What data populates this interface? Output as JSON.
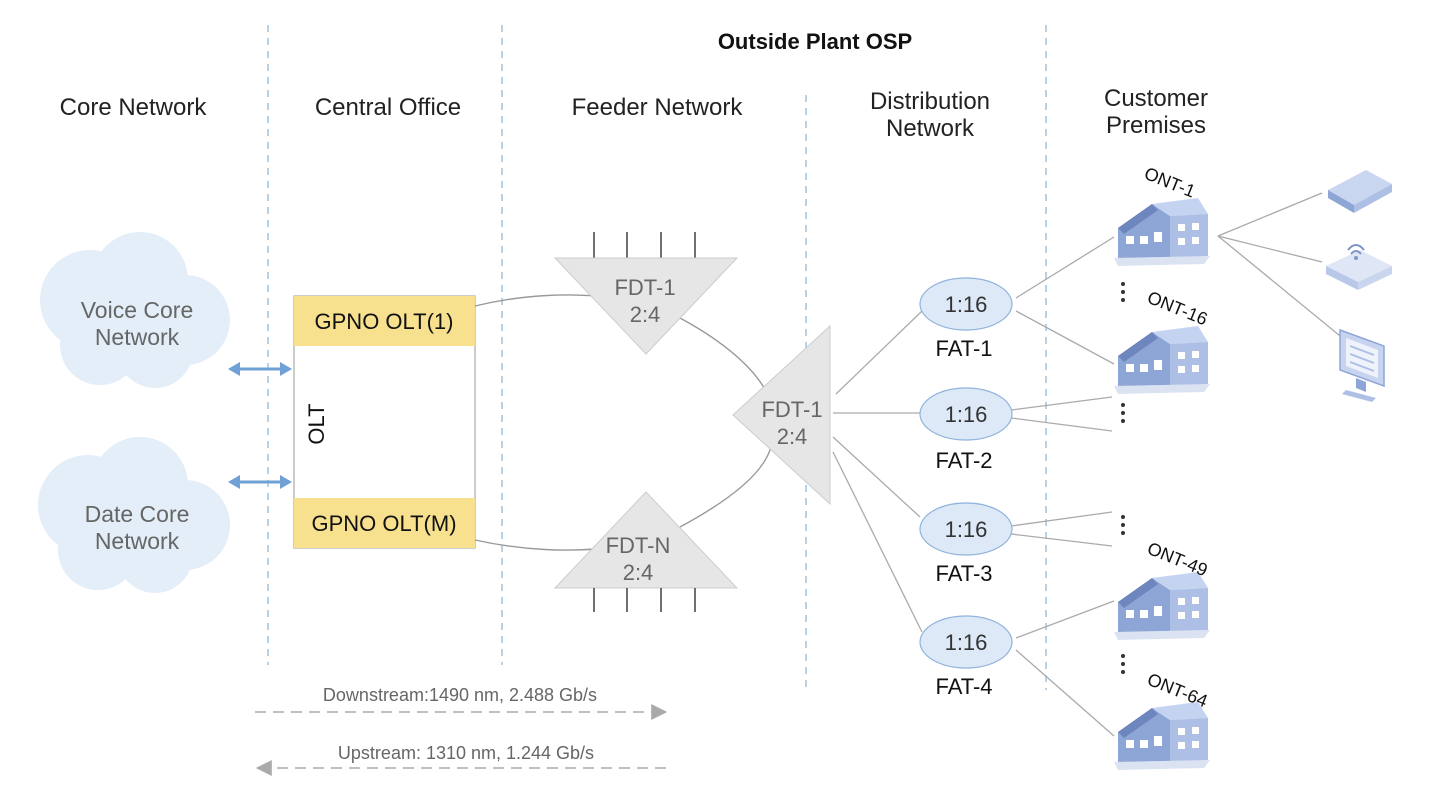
{
  "header": {
    "osp_title": "Outside Plant OSP"
  },
  "columns": {
    "core": "Core Network",
    "central": "Central Office",
    "feeder": "Feeder Network",
    "distribution_1": "Distribution",
    "distribution_2": "Network",
    "customer_1": "Customer",
    "customer_2": "Premises"
  },
  "clouds": [
    {
      "line1": "Voice Core",
      "line2": "Network"
    },
    {
      "line1": "Date Core",
      "line2": "Network"
    }
  ],
  "olt": {
    "label": "OLT",
    "top": "GPNO OLT(1)",
    "bottom": "GPNO OLT(M)"
  },
  "fdt": [
    {
      "name": "FDT-1",
      "ratio": "2:4"
    },
    {
      "name": "FDT-1",
      "ratio": "2:4"
    },
    {
      "name": "FDT-N",
      "ratio": "2:4"
    }
  ],
  "fat": [
    {
      "ratio": "1:16",
      "label": "FAT-1"
    },
    {
      "ratio": "1:16",
      "label": "FAT-2"
    },
    {
      "ratio": "1:16",
      "label": "FAT-3"
    },
    {
      "ratio": "1:16",
      "label": "FAT-4"
    }
  ],
  "ont": [
    "ONT-1",
    "ONT-16",
    "ONT-49",
    "ONT-64"
  ],
  "streams": {
    "downstream": "Downstream:1490 nm, 2.488 Gb/s",
    "upstream": "Upstream: 1310 nm, 1.244 Gb/s"
  },
  "devices": [
    "phone-icon",
    "router-icon",
    "monitor-icon"
  ],
  "colors": {
    "olt_yellow": "#f7e08e",
    "cloud": "#e3eef8",
    "fat_fill": "#dde9f7",
    "fdt_fill": "#e6e6e6",
    "arrow_blue": "#6fa0d6",
    "divider": "#9ec4e0"
  }
}
